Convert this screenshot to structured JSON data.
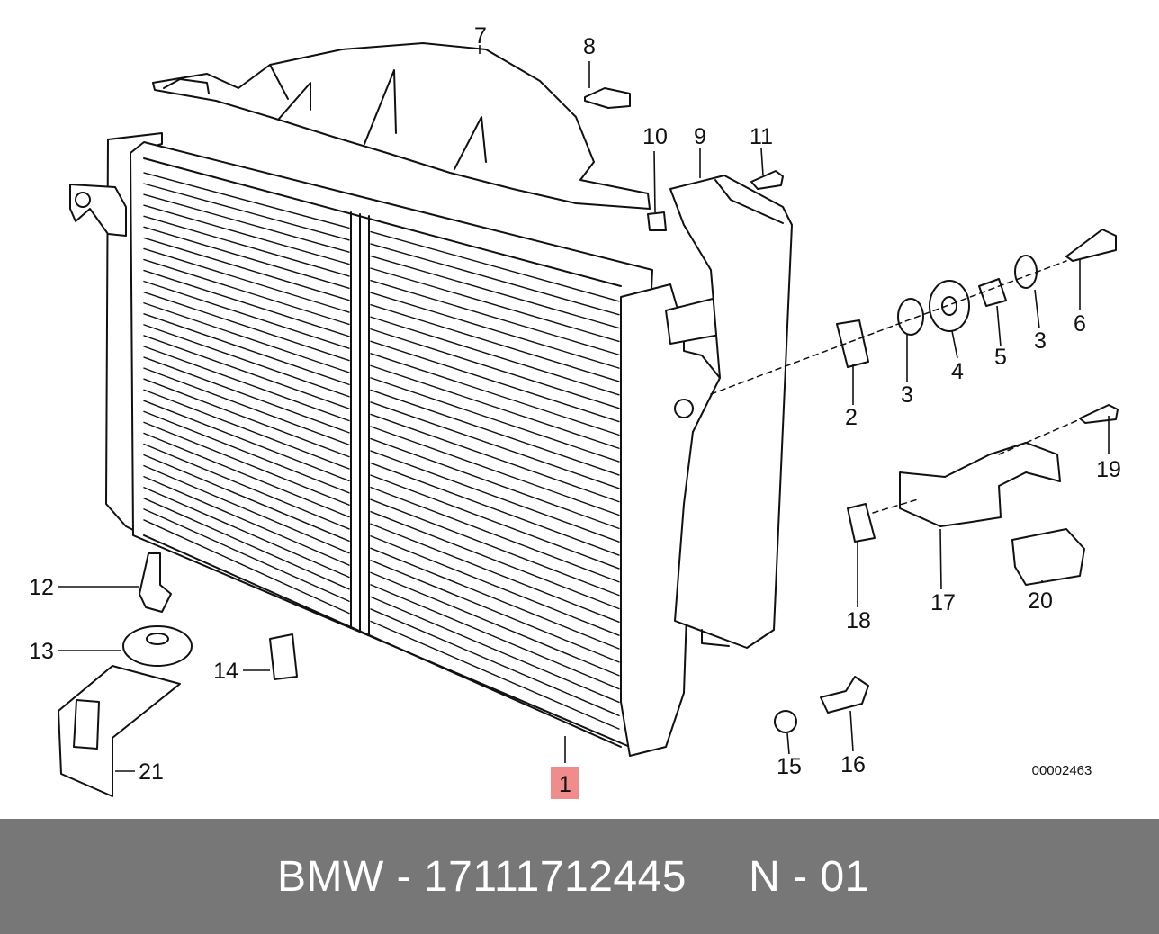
{
  "diagram": {
    "callouts": [
      {
        "id": "1",
        "label": "1",
        "highlight": true
      },
      {
        "id": "2",
        "label": "2"
      },
      {
        "id": "3a",
        "label": "3"
      },
      {
        "id": "3b",
        "label": "3"
      },
      {
        "id": "4",
        "label": "4"
      },
      {
        "id": "5",
        "label": "5"
      },
      {
        "id": "6",
        "label": "6"
      },
      {
        "id": "7",
        "label": "7"
      },
      {
        "id": "8",
        "label": "8"
      },
      {
        "id": "9",
        "label": "9"
      },
      {
        "id": "10",
        "label": "10"
      },
      {
        "id": "11",
        "label": "11"
      },
      {
        "id": "12",
        "label": "12"
      },
      {
        "id": "13",
        "label": "13"
      },
      {
        "id": "14",
        "label": "14"
      },
      {
        "id": "15",
        "label": "15"
      },
      {
        "id": "16",
        "label": "16"
      },
      {
        "id": "17",
        "label": "17"
      },
      {
        "id": "18",
        "label": "18"
      },
      {
        "id": "19",
        "label": "19"
      },
      {
        "id": "20",
        "label": "20"
      },
      {
        "id": "21",
        "label": "21"
      }
    ],
    "drawing_code": "00002463",
    "highlight_color": "#f08c8c",
    "line_color": "#111111"
  },
  "banner": {
    "text": "BMW - 17111712445     N - 01",
    "background": "#777777",
    "text_color": "#ffffff"
  }
}
